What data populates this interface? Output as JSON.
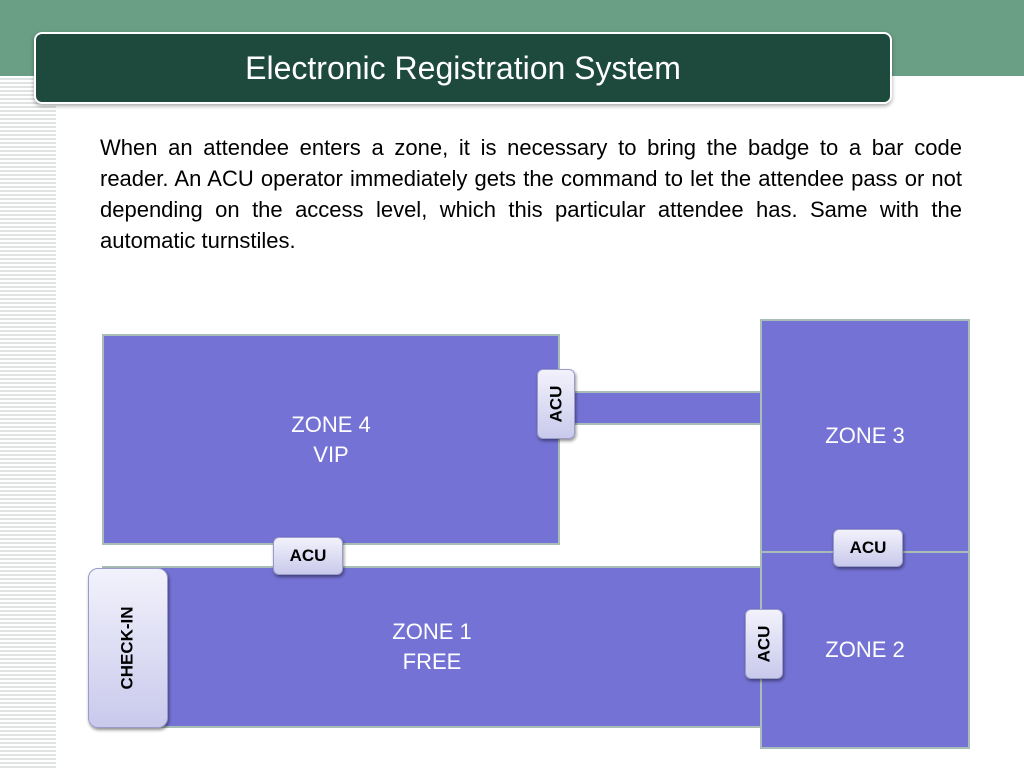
{
  "title": "Electronic Registration System",
  "description": "When an attendee enters a zone, it is necessary to bring the badge to a bar code reader. An ACU operator immediately gets the command to let the attendee pass or not depending on the access level, which this particular attendee has. Same with the automatic turnstiles.",
  "zones": {
    "zone4": "ZONE 4\nVIP",
    "zone3": "ZONE 3",
    "zone2": "ZONE 2",
    "zone1": "ZONE 1\nFREE"
  },
  "acu": {
    "zone4_zone3": "ACU",
    "zone4_zone1": "ACU",
    "zone3_zone2": "ACU",
    "zone1_zone2": "ACU"
  },
  "checkin": "CHECK-IN",
  "colors": {
    "zone_fill": "#7472d4",
    "header_band": "#6a9f85",
    "title_bar": "#1e4a3e"
  }
}
